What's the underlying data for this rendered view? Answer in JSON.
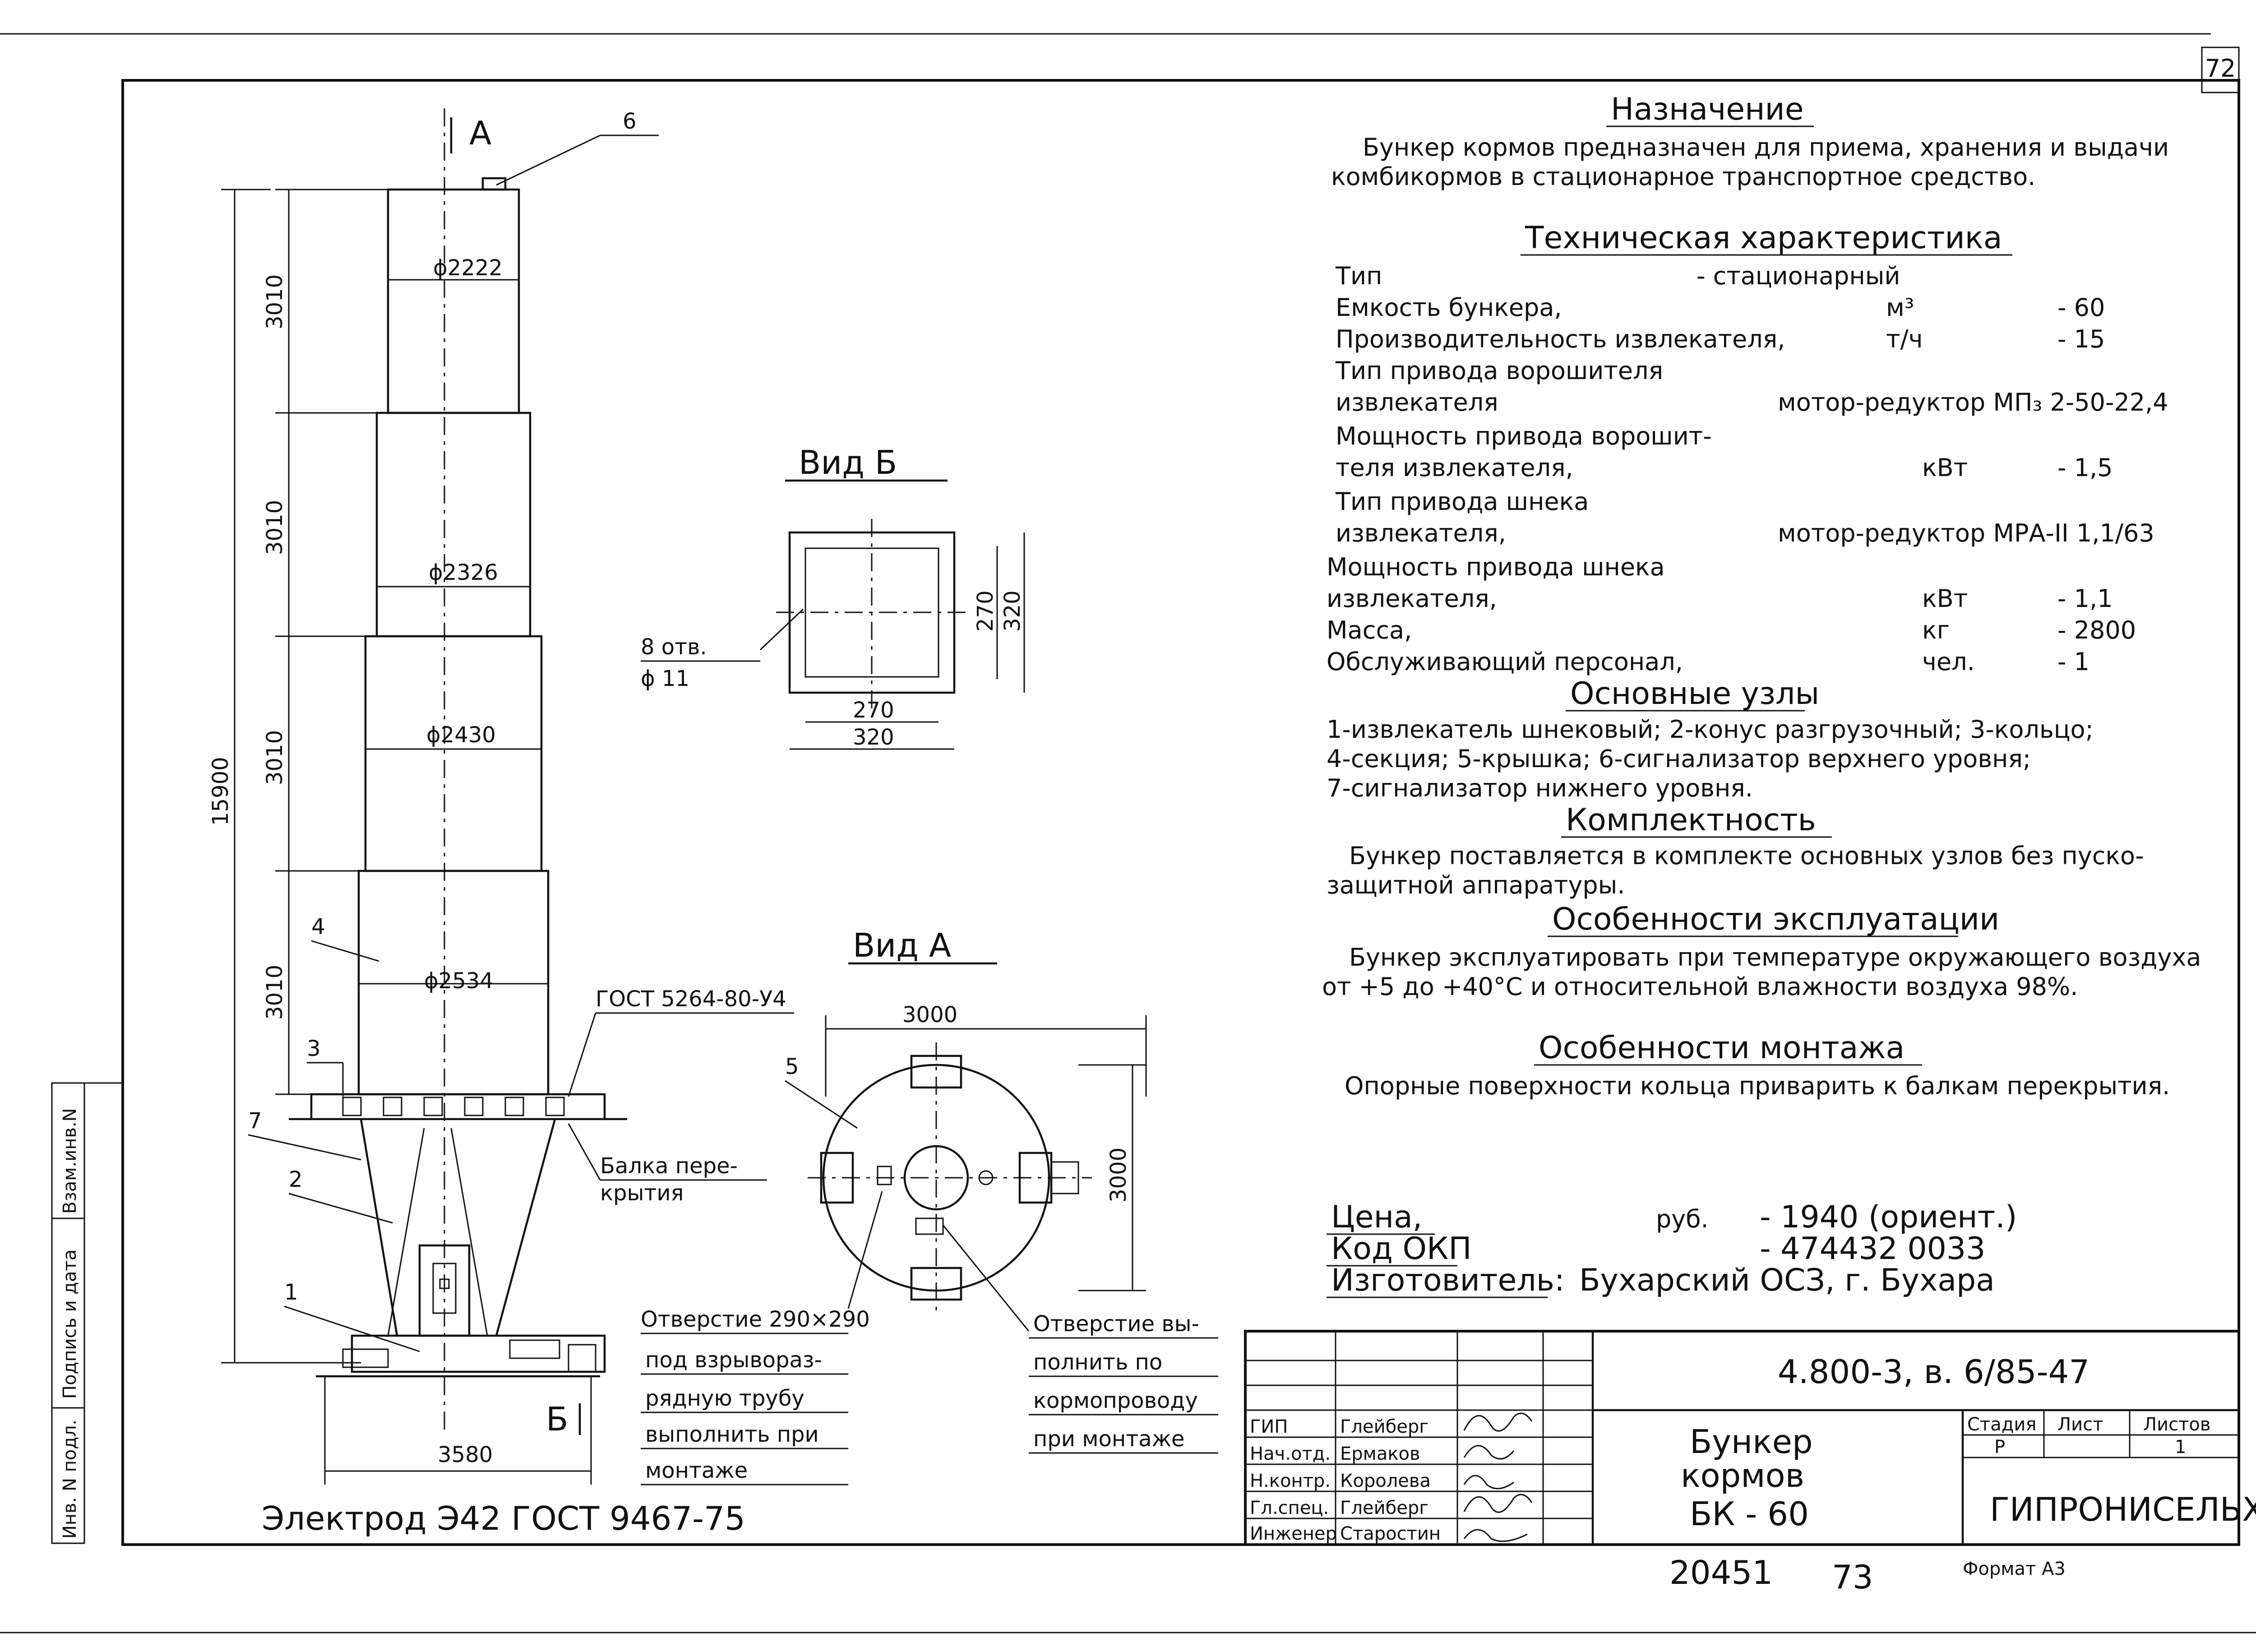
{
  "sheet_number": "72",
  "side_stamp": [
    "Инв. N подл.",
    "Подпись и дата",
    "Взам.инв.N"
  ],
  "drawing": {
    "section_mark": "А",
    "label_6": "6",
    "dims_height": [
      "3010",
      "3010",
      "3010",
      "3010"
    ],
    "total_height": "15900",
    "diameters": [
      "ϕ2222",
      "ϕ2326",
      "ϕ2430",
      "ϕ2534"
    ],
    "width_bottom": "3580",
    "labels": [
      "4",
      "3",
      "7",
      "2",
      "1"
    ],
    "gost_label": "ГОСТ 5264-80-У4",
    "beam_label": [
      "Балка пере-",
      "крытия"
    ],
    "view_b_mark": "Б",
    "electrode": "Электрод Э42 ГОСТ 9467-75"
  },
  "view_b": {
    "title": "Вид Б",
    "holes": [
      "8 отв.",
      "ϕ 11"
    ],
    "dim_270_v": "270",
    "dim_320_v": "320",
    "dim_270_h": "270",
    "dim_320_h": "320"
  },
  "view_a": {
    "title": "Вид А",
    "dim_top": "3000",
    "dim_right": "3000",
    "label_5": "5",
    "note_left": [
      "Отверстие 290×290",
      "под взрывораз-",
      "рядную трубу",
      "выполнить при",
      "монтаже"
    ],
    "note_right": [
      "Отверстие вы-",
      "полнить по",
      "кормопроводу",
      "при монтаже"
    ]
  },
  "spec": {
    "purpose_title": "Назначение",
    "purpose_text": [
      "Бункер кормов предназначен для приема, хранения и выдачи",
      "комбикормов в стационарное транспортное средство."
    ],
    "tech_title": "Техническая характеристика",
    "tech_rows": [
      {
        "name": "Тип",
        "unit": "- стационарный",
        "value": ""
      },
      {
        "name": "Емкость бункера,",
        "unit": "м³",
        "value": "- 60"
      },
      {
        "name": "Производительность извлекателя,",
        "unit": "т/ч",
        "value": "- 15"
      },
      {
        "name": "Тип привода ворошителя",
        "unit": "",
        "value": ""
      },
      {
        "name": "извлекателя",
        "unit": "мотор-редуктор МП₃ 2-50-22,4",
        "value": ""
      },
      {
        "name": "Мощность привода ворошит-",
        "unit": "",
        "value": ""
      },
      {
        "name": "теля извлекателя,",
        "unit": "кВт",
        "value": "- 1,5"
      },
      {
        "name": "Тип привода шнека",
        "unit": "",
        "value": ""
      },
      {
        "name": "извлекателя,",
        "unit": "мотор-редуктор МРА-II 1,1/63",
        "value": ""
      },
      {
        "name": "Мощность привода шнека",
        "unit": "",
        "value": ""
      },
      {
        "name": "извлекателя,",
        "unit": "кВт",
        "value": "- 1,1"
      },
      {
        "name": "Масса,",
        "unit": "кг",
        "value": "- 2800"
      },
      {
        "name": "Обслуживающий персонал,",
        "unit": "чел.",
        "value": "- 1"
      }
    ],
    "units_title": "Основные узлы",
    "units_text": [
      "1-извлекатель шнековый; 2-конус разгрузочный; 3-кольцо;",
      "4-секция; 5-крышка; 6-сигнализатор верхнего уровня;",
      "7-сигнализатор нижнего уровня."
    ],
    "kit_title": "Комплектность",
    "kit_text": [
      "Бункер поставляется в комплекте основных узлов без пуско-",
      "защитной аппаратуры."
    ],
    "oper_title": "Особенности эксплуатации",
    "oper_text": [
      "Бункер эксплуатировать при температуре окружающего воздуха",
      "от +5 до +40°С и относительной влажности воздуха 98%."
    ],
    "mount_title": "Особенности монтажа",
    "mount_text": [
      "Опорные поверхности кольца приварить к балкам перекрытия."
    ],
    "price_label": "Цена,",
    "price_unit": "руб.",
    "price_value": "- 1940 (ориент.)",
    "okp_label": "Код ОКП",
    "okp_value": "- 474432 0033",
    "maker_label": "Изготовитель:",
    "maker_value": "Бухарский ОСЗ, г. Бухара"
  },
  "title_block": {
    "doc_number": "4.800-3, в. 6/85-47",
    "name": [
      "Бункер",
      "кормов",
      "БК - 60"
    ],
    "stage_hdr": "Стадия",
    "sheet_hdr": "Лист",
    "sheets_hdr": "Листов",
    "stage": "Р",
    "sheets": "1",
    "org": "ГИПРОНИСЕЛЬХОЗ",
    "roles": [
      {
        "role": "ГИП",
        "name": "Глейберг"
      },
      {
        "role": "Нач.отд.",
        "name": "Ермаков"
      },
      {
        "role": "Н.контр.",
        "name": "Королева"
      },
      {
        "role": "Гл.спец.",
        "name": "Глейберг"
      },
      {
        "role": "Инженер",
        "name": "Старостин"
      }
    ]
  },
  "footer": {
    "num_left": "20451",
    "num_mid": "73",
    "format": "Формат А3"
  }
}
